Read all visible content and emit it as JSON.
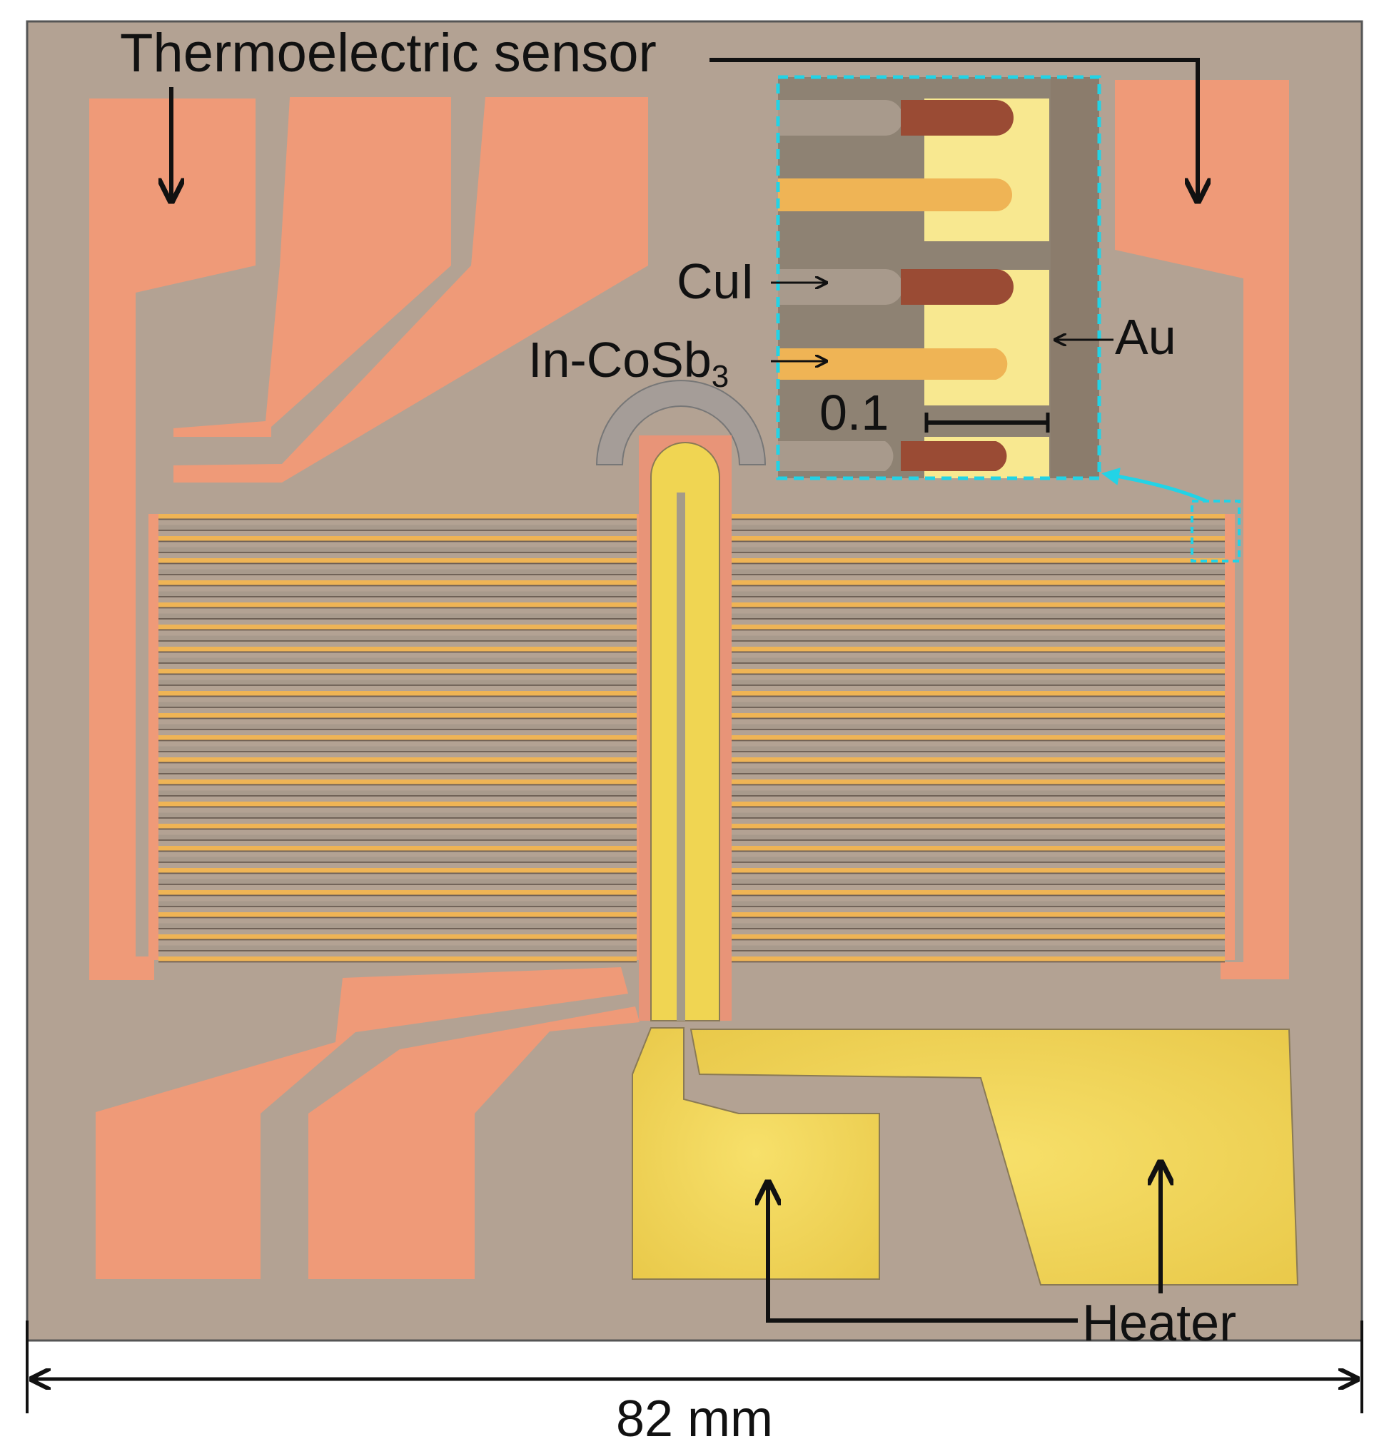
{
  "figure": {
    "label_sensor": "Thermoelectric sensor",
    "label_heater": "Heater",
    "label_cui": "CuI",
    "label_in_cosb_main": "In-CoSb",
    "label_in_cosb_sub": "3",
    "label_au": "Au",
    "scale_bar_inset": "0.1",
    "dimension": "82 mm"
  },
  "colors": {
    "substrate": "#b3a293",
    "copper": "#ef9a78",
    "gold": "#f0d552",
    "gold_light": "#f8e890",
    "inset_border": "#22d3e6",
    "cui": "#a89a8c",
    "annotation": "#111111"
  }
}
